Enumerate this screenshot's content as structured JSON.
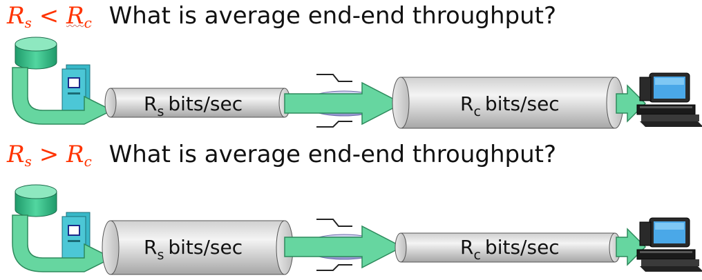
{
  "scenarios": [
    {
      "condition": {
        "lhs_base": "R",
        "lhs_sub": "s",
        "operator": "<",
        "rhs_base": "R",
        "rhs_sub": "c"
      },
      "question": "What is average end-end throughput?",
      "server_link": {
        "base": "R",
        "sub": "s",
        "unit": "bits/sec"
      },
      "client_link": {
        "base": "R",
        "sub": "c",
        "unit": "bits/sec"
      },
      "relative_widths": {
        "server_pipe": "narrow",
        "client_pipe": "wide"
      }
    },
    {
      "condition": {
        "lhs_base": "R",
        "lhs_sub": "s",
        "operator": ">",
        "rhs_base": "R",
        "rhs_sub": "c"
      },
      "question": "What is average end-end throughput?",
      "server_link": {
        "base": "R",
        "sub": "s",
        "unit": "bits/sec"
      },
      "client_link": {
        "base": "R",
        "sub": "c",
        "unit": "bits/sec"
      },
      "relative_widths": {
        "server_pipe": "wide",
        "client_pipe": "narrow"
      }
    }
  ],
  "colors": {
    "condition_text": "#ff3300",
    "arrow_fill": "#66d6a0",
    "arrow_stroke": "#2d8a5c",
    "server_fill": "#33bb88",
    "pipe_light": "#f2f2f2",
    "pipe_dark": "#a8a8a8",
    "router_fill": "#b8b8e8"
  },
  "icons": [
    "database-server-icon",
    "router-icon",
    "client-computer-icon"
  ]
}
